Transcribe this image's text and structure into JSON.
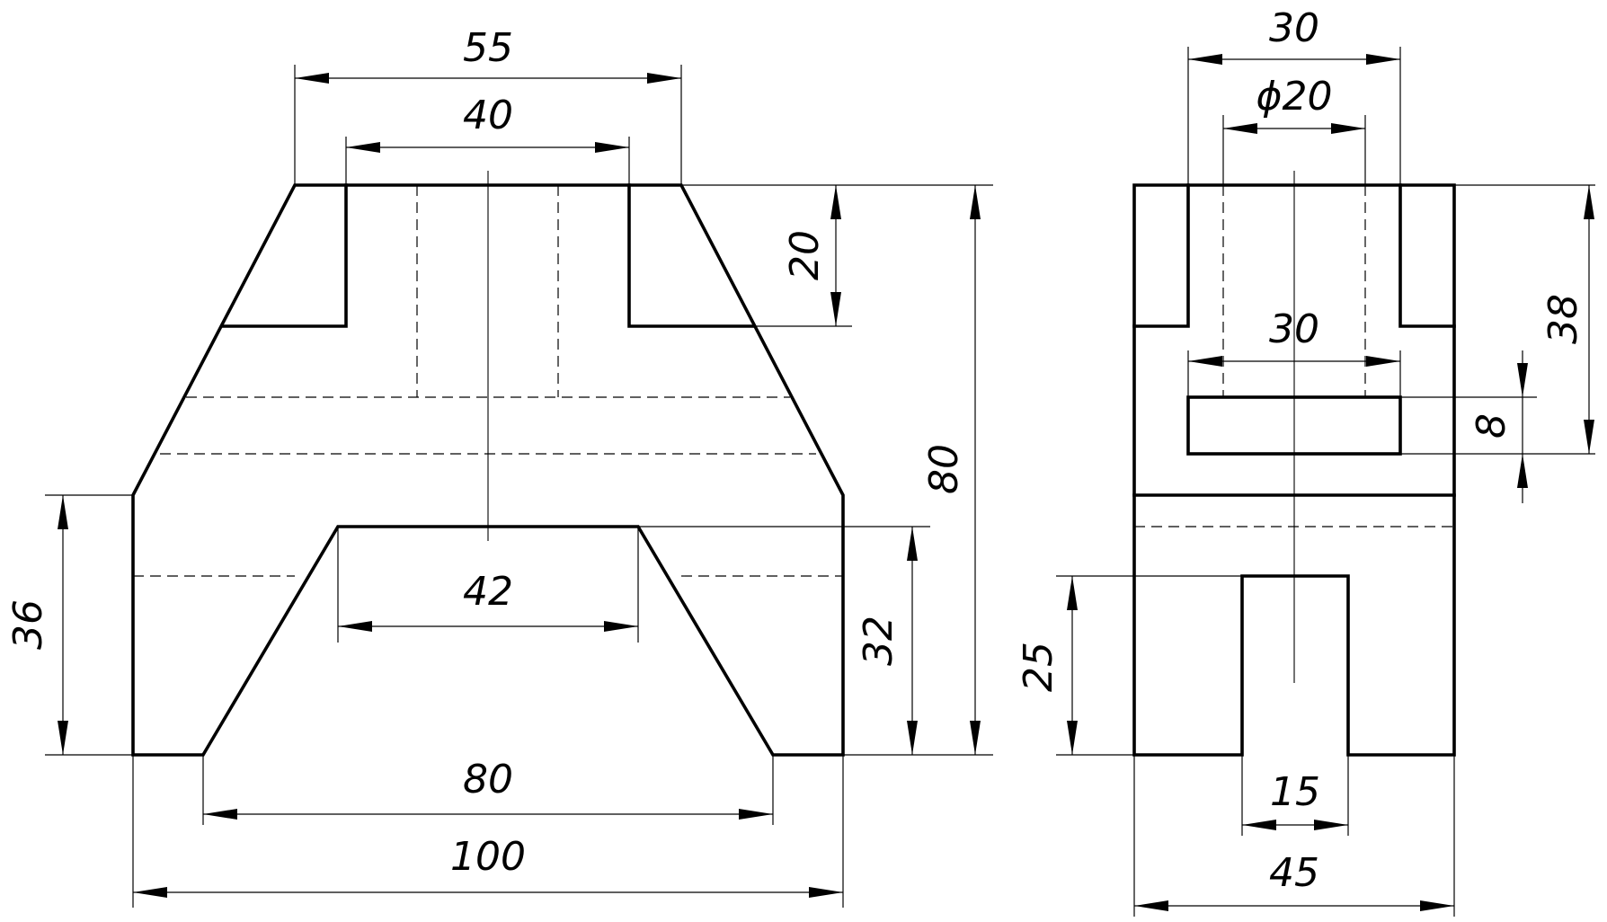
{
  "front_view": {
    "dims": {
      "top_width": "55",
      "slot_width": "40",
      "slot_depth": "20",
      "total_height": "80",
      "side_height": "36",
      "arch_width": "42",
      "arch_height": "32",
      "base_inner_width": "80",
      "total_width": "100"
    }
  },
  "side_view": {
    "dims": {
      "top_width": "30",
      "hole_diameter": "ϕ20",
      "slot_width": "30",
      "slot_height": "8",
      "height_38": "38",
      "notch_height": "25",
      "notch_width": "15",
      "total_width": "45"
    }
  }
}
